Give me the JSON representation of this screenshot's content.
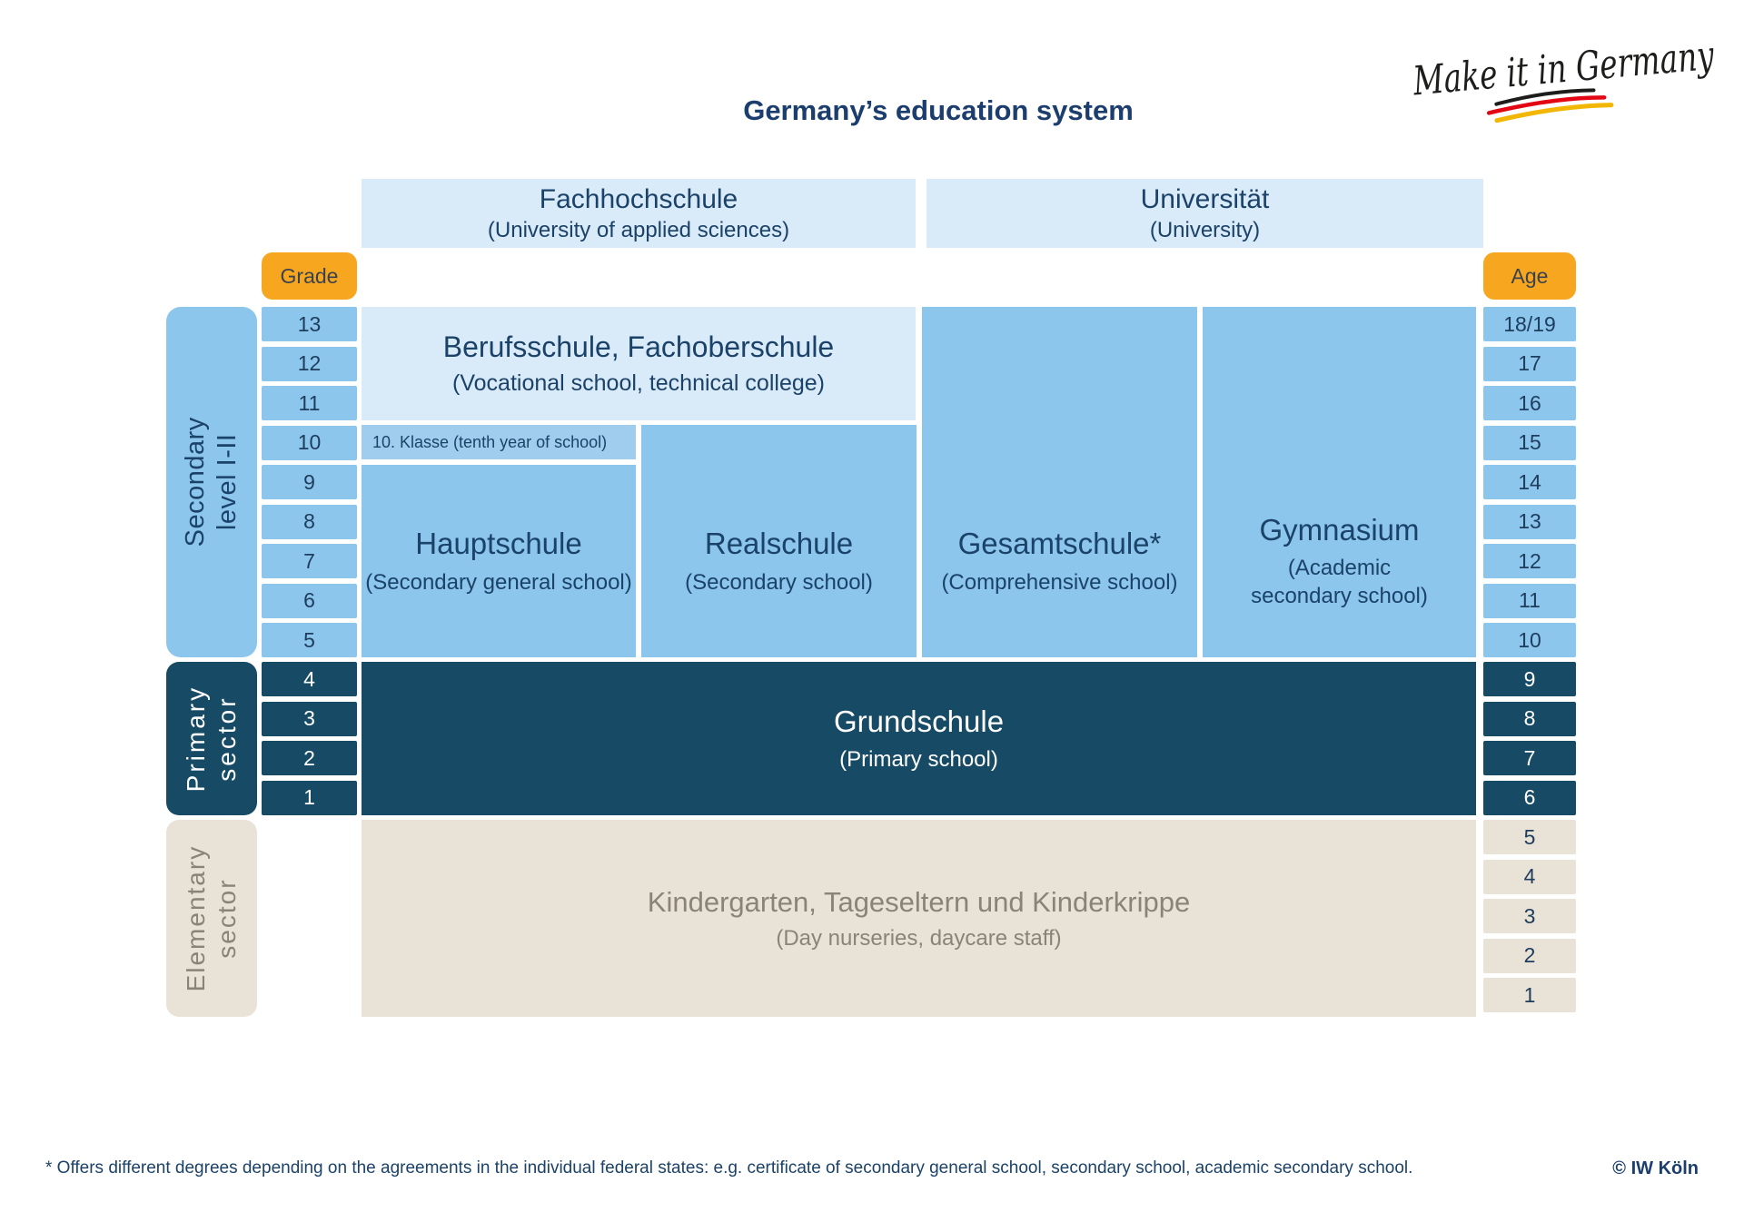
{
  "title": "Germany’s education system",
  "logo": {
    "text": "Make it in Germany"
  },
  "headers": {
    "grade": "Grade",
    "age": "Age"
  },
  "tertiary": {
    "fachhochschule": {
      "title": "Fachhochschule",
      "subtitle": "(University of applied sciences)"
    },
    "universitaet": {
      "title": "Universität",
      "subtitle": "(University)"
    }
  },
  "sectors": {
    "secondary": {
      "label": "Secondary level I-II"
    },
    "primary": {
      "label": "Primary sector"
    },
    "elementary": {
      "label": "Elementary sector"
    }
  },
  "grades": {
    "secondary": [
      "13",
      "12",
      "11",
      "10",
      "9",
      "8",
      "7",
      "6",
      "5"
    ],
    "primary": [
      "4",
      "3",
      "2",
      "1"
    ]
  },
  "ages": {
    "secondary": [
      "18/19",
      "17",
      "16",
      "15",
      "14",
      "13",
      "12",
      "11",
      "10"
    ],
    "primary": [
      "9",
      "8",
      "7",
      "6"
    ],
    "elementary": [
      "5",
      "4",
      "3",
      "2",
      "1"
    ]
  },
  "schools": {
    "berufsschule": {
      "title": "Berufsschule, Fachoberschule",
      "subtitle": "(Vocational school, technical college)"
    },
    "klasse10": {
      "label": "10. Klasse (tenth year of school)"
    },
    "hauptschule": {
      "title": "Hauptschule",
      "subtitle": "(Secondary general school)"
    },
    "realschule": {
      "title": "Realschule",
      "subtitle": "(Secondary school)"
    },
    "gesamtschule": {
      "title": "Gesamtschule*",
      "subtitle": "(Comprehensive school)"
    },
    "gymnasium": {
      "title": "Gymnasium",
      "subtitle": "(Academic secondary school)"
    },
    "grundschule": {
      "title": "Grundschule",
      "subtitle": "(Primary school)"
    },
    "kindergarten": {
      "title": "Kindergarten, Tageseltern und Kinderkrippe",
      "subtitle": "(Day nurseries, daycare staff)"
    }
  },
  "footnote": "* Offers different degrees depending on the agreements in the individual federal states: e.g. certificate of secondary general school, secondary school, academic secondary school.",
  "copyright": "© IW Köln",
  "colors": {
    "light_blue": "#d9eaf8",
    "strip_blue": "#a0cdee",
    "mid_blue": "#8cc6ec",
    "navy": "#174a64",
    "beige": "#e9e2d7",
    "orange": "#f6a71f",
    "navy_text": "#1b4268",
    "number_text": "#1e3c5c",
    "header_text": "#3a4250",
    "muted_text": "#8a8477",
    "title_text": "#1b3e6e",
    "flag_black": "#1d1d1b",
    "flag_red": "#e30613",
    "flag_gold": "#f2b705"
  }
}
